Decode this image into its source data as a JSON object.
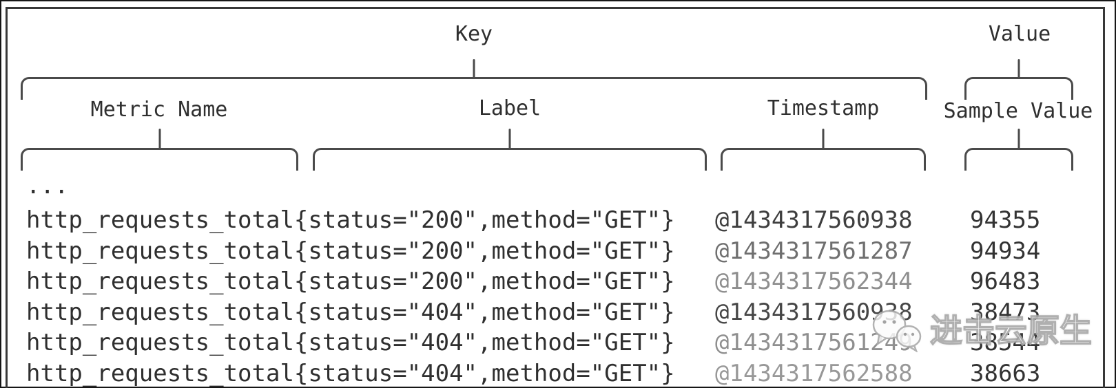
{
  "figure": {
    "top_labels": {
      "key": "Key",
      "value": "Value"
    },
    "section_labels": {
      "metric_name": "Metric Name",
      "label": "Label",
      "timestamp": "Timestamp",
      "sample_value": "Sample Value"
    },
    "ellipsis": "...",
    "rows": [
      {
        "key": "http_requests_total{status=\"200\",method=\"GET\"}",
        "timestamp": "@1434317560938",
        "value": "94355",
        "timestamp_color": "#3e3e3e"
      },
      {
        "key": "http_requests_total{status=\"200\",method=\"GET\"}",
        "timestamp": "@1434317561287",
        "value": "94934",
        "timestamp_color": "#6f6f6f"
      },
      {
        "key": "http_requests_total{status=\"200\",method=\"GET\"}",
        "timestamp": "@1434317562344",
        "value": "96483",
        "timestamp_color": "#8e8e8e"
      },
      {
        "key": "http_requests_total{status=\"404\",method=\"GET\"}",
        "timestamp": "@1434317560938",
        "value": "38473",
        "timestamp_color": "#464646"
      },
      {
        "key": "http_requests_total{status=\"404\",method=\"GET\"}",
        "timestamp": "@1434317561249",
        "value": "38544",
        "timestamp_color": "#8f8f8f"
      },
      {
        "key": "http_requests_total{status=\"404\",method=\"GET\"}",
        "timestamp": "@1434317562588",
        "value": "38663",
        "timestamp_color": "#989898"
      }
    ],
    "colors": {
      "text": "#2f2f2f",
      "brace_line": "#4a4a4a",
      "border": "#383838",
      "value_text": "#333333"
    },
    "watermark": {
      "icon": "wechat-logo",
      "text": "进击云原生"
    }
  }
}
